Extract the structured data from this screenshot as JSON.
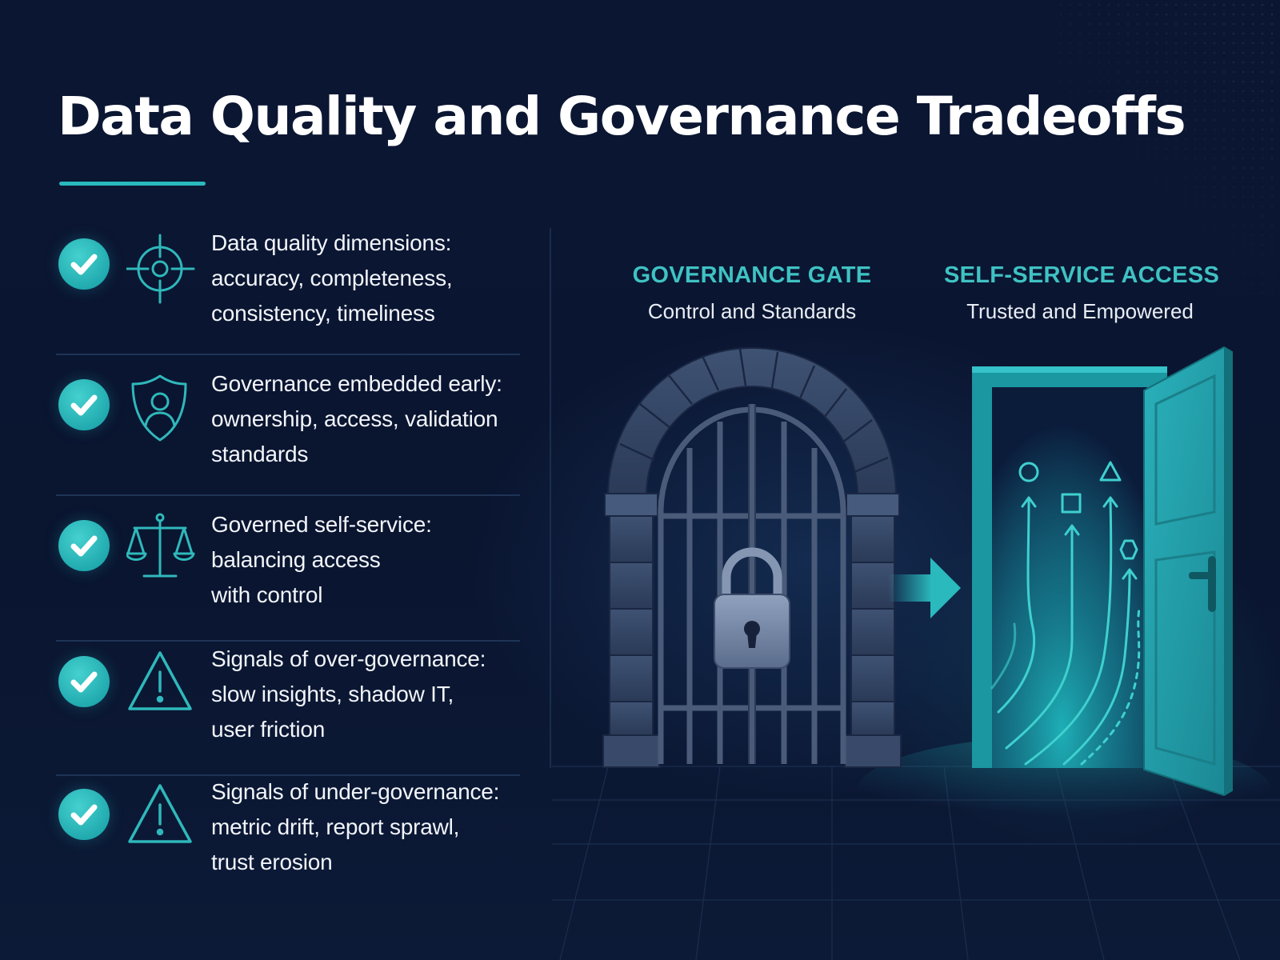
{
  "title": "Data Quality and Governance Tradeoffs",
  "colors": {
    "background": "#0a1530",
    "accent": "#2ab9bd",
    "heading_teal": "#3fc2c3",
    "gate_stone": "#3b4d6c",
    "door_teal": "#1fa3ad"
  },
  "items": [
    {
      "icon": "target-icon",
      "lines": [
        "Data quality dimensions:",
        "accuracy, completeness,",
        "consistency, timeliness"
      ]
    },
    {
      "icon": "shield-user-icon",
      "lines": [
        "Governance embedded early:",
        "ownership, access, validation",
        "standards"
      ]
    },
    {
      "icon": "scales-icon",
      "lines": [
        "Governed self-service:",
        "balancing access",
        "with control"
      ]
    },
    {
      "icon": "warning-icon",
      "lines": [
        "Signals of over-governance:",
        "slow insights, shadow IT,",
        "user friction"
      ]
    },
    {
      "icon": "warning-icon",
      "lines": [
        "Signals of under-governance:",
        "metric drift, report sprawl,",
        "trust erosion"
      ]
    }
  ],
  "gate": {
    "title": "GOVERNANCE GATE",
    "subtitle": "Control and Standards"
  },
  "access": {
    "title": "SELF-SERVICE ACCESS",
    "subtitle": "Trusted and Empowered"
  }
}
